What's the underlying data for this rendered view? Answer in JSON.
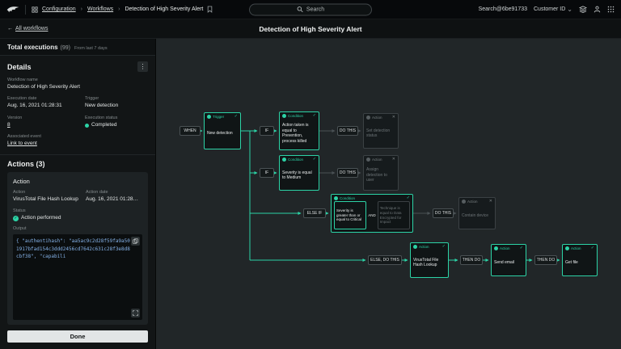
{
  "icons": {
    "check": "✓",
    "x": "✕",
    "chevron": "›",
    "chevron_down": "⌄",
    "back_arrow": "←",
    "kebab": "⋮"
  },
  "topbar": {
    "breadcrumb": [
      {
        "label": "Configuration"
      },
      {
        "label": "Workflows"
      },
      {
        "label": "Detection of High Severity Alert"
      }
    ],
    "search_placeholder": "Search",
    "account": "Search@6be91733",
    "customer_id": "Customer ID"
  },
  "subbar": {
    "back_label": "All workflows",
    "title": "Detection of High Severity Alert"
  },
  "sidebar": {
    "total_label": "Total executions",
    "total_count": "(99)",
    "total_period": "From last 7 days",
    "details_title": "Details",
    "workflow_name_label": "Workflow name",
    "workflow_name": "Detection of High Severity Alert",
    "execution_date_label": "Execution date",
    "execution_date": "Aug. 16, 2021 01:28:31",
    "trigger_label": "Trigger",
    "trigger_value": "New detection",
    "version_label": "Version",
    "version_value": "8",
    "execution_status_label": "Execution status",
    "execution_status": "Completed",
    "associated_event_label": "Associated event",
    "associated_event_link": "Link to event",
    "actions_title": "Actions (3)",
    "action_card": {
      "title": "Action",
      "action_label": "Action",
      "action_value": "VirusTotal File Hash Lookup",
      "date_label": "Action date",
      "date_value": "Aug. 16, 2021 01:28…",
      "status_label": "Status",
      "status_value": "Action performed",
      "output_label": "Output",
      "output_code": "{ \"authentihash\": \"aa5ac9c2d28f59fa9a501917bfad154c3ddd2456cd7642c631c28f3e8d8cbf38\", \"capabili"
    },
    "done_label": "Done"
  },
  "canvas": {
    "pill_when": "WHEN",
    "pill_if": "IF",
    "pill_else_if": "ELSE IF",
    "pill_do_this": "DO THIS",
    "pill_else_do_this": "ELSE, DO THIS",
    "pill_then_do": "THEN DO",
    "labels": {
      "trigger": "Trigger",
      "condition": "Condition",
      "action": "Action"
    },
    "trigger_title": "New detection",
    "condition1": "Action taken is equal to Prevention, process killed",
    "condition2": "Severity is equal to Medium",
    "condition3_left": "Severity is greater than or equal to Critical",
    "condition3_operator": "AND",
    "condition3_right": "Technique is equal to Data Encrypted for Impact",
    "skipped1": "Set detection status",
    "skipped2": "Assign detection to user",
    "skipped3": "Contain device",
    "action1": "VirusTotal File Hash Lookup",
    "action2": "Send email",
    "action3": "Get file"
  }
}
